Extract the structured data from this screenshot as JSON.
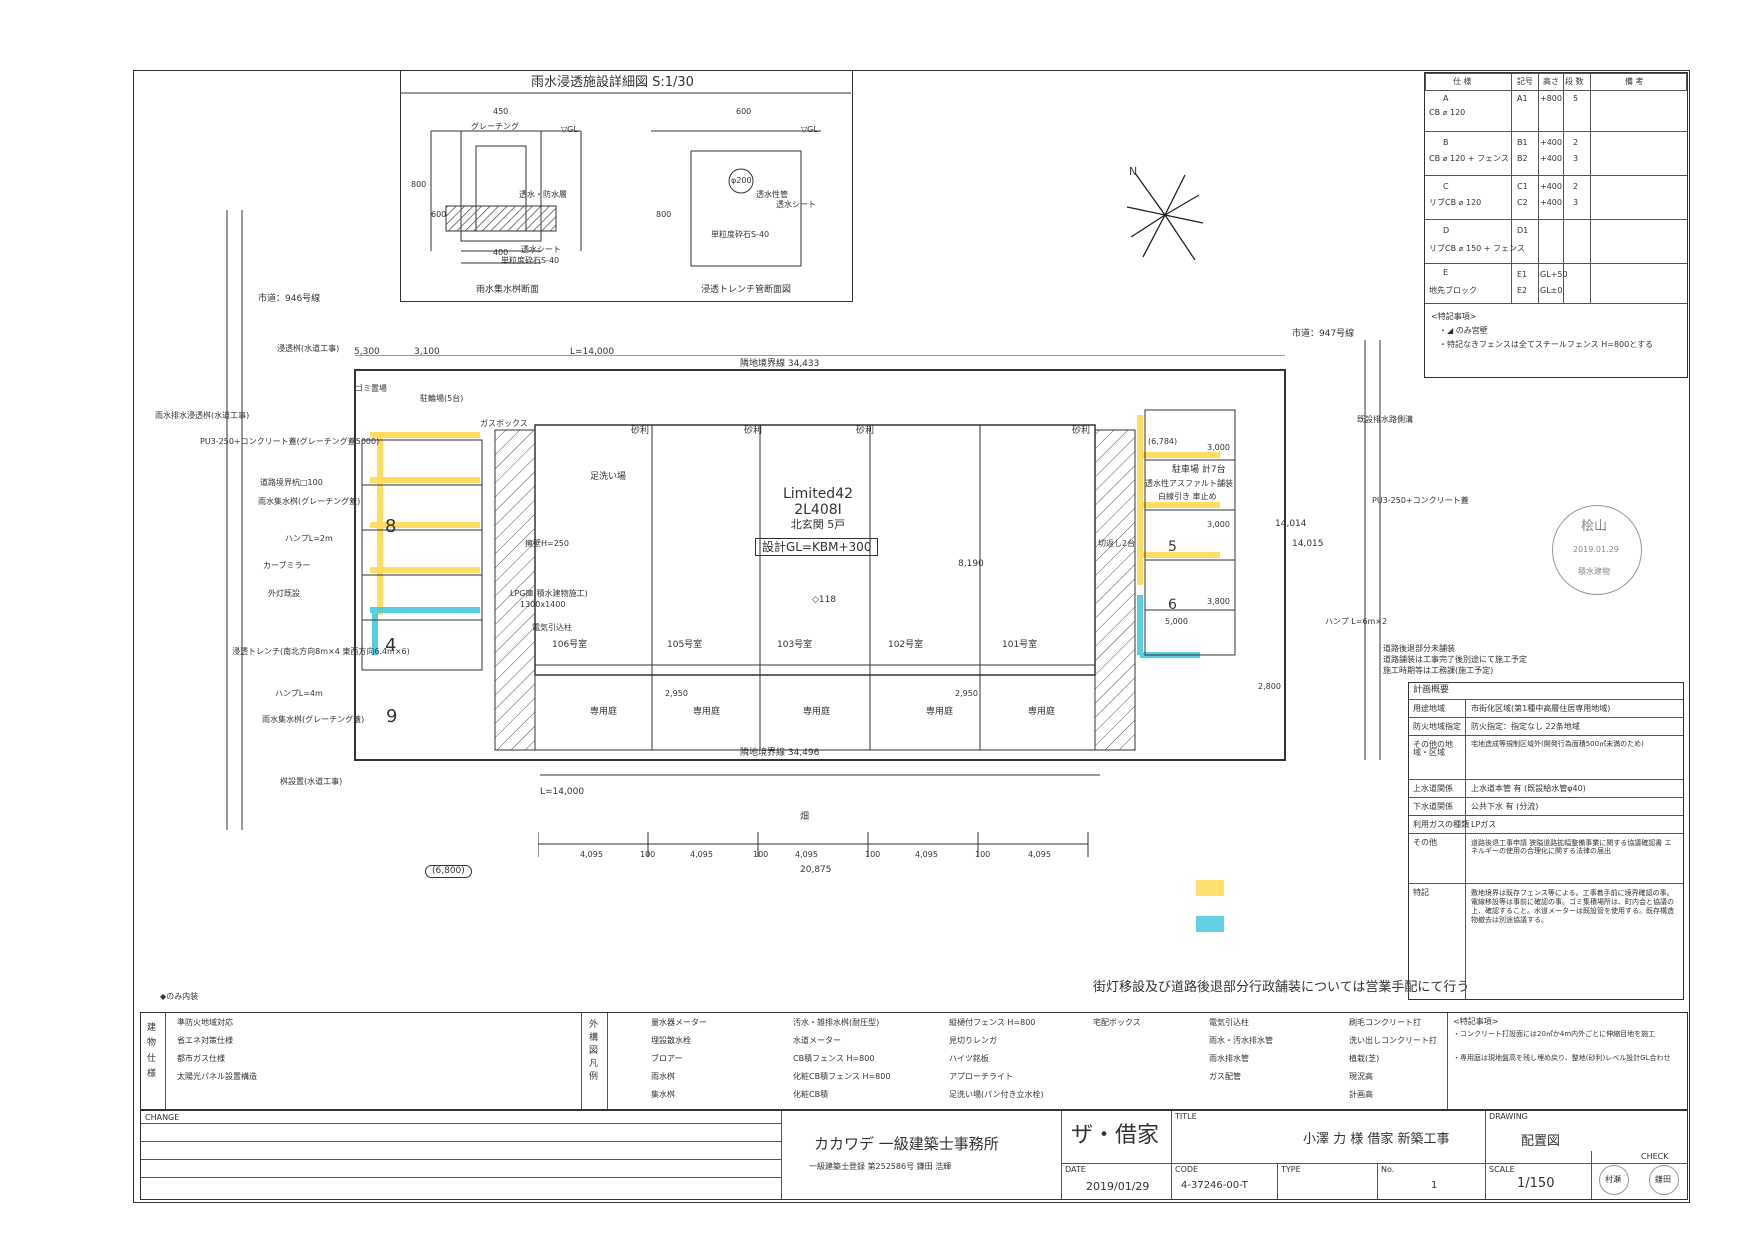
{
  "detail": {
    "title": "雨水浸透施設詳細図 S:1/30",
    "left_caption": "雨水集水桝断面",
    "right_caption": "浸透トレンチ管断面図",
    "dims_left": [
      "450",
      "600",
      "400",
      "800"
    ],
    "dims_right": [
      "600",
      "800"
    ],
    "labels_left": [
      "グレーチング",
      "▽GL",
      "透水シート",
      "透水・防水層",
      "単粒度砕石S-40"
    ],
    "labels_right": [
      "▽GL",
      "φ200",
      "透水性管",
      "透水シート",
      "単粒度砕石S-40"
    ]
  },
  "spec_table": {
    "headers": [
      "仕 様",
      "記号",
      "高さ",
      "段 数",
      "備 考"
    ],
    "rows": [
      {
        "code": "A",
        "spec": "CB ⌀ 120",
        "items": [
          {
            "sym": "A1",
            "h": "+800",
            "n": "5"
          }
        ]
      },
      {
        "code": "B",
        "spec": "CB ⌀ 120 + フェンス",
        "items": [
          {
            "sym": "B1",
            "h": "+400",
            "n": "2"
          },
          {
            "sym": "B2",
            "h": "+400",
            "n": "3"
          }
        ]
      },
      {
        "code": "C",
        "spec": "リブCB ⌀ 120",
        "items": [
          {
            "sym": "C1",
            "h": "+400",
            "n": "2"
          },
          {
            "sym": "C2",
            "h": "+400",
            "n": "3"
          }
        ]
      },
      {
        "code": "D",
        "spec": "リブCB ⌀ 150 + フェンス",
        "items": [
          {
            "sym": "D1",
            "h": "",
            "n": ""
          }
        ]
      },
      {
        "code": "E",
        "spec": "地先ブロック",
        "items": [
          {
            "sym": "E1",
            "h": "GL+50",
            "n": ""
          },
          {
            "sym": "E2",
            "h": "GL±0",
            "n": ""
          }
        ]
      }
    ],
    "notes_title": "<特記事項>",
    "notes": [
      "・◢ のみ宮壁",
      "・特記なきフェンスは全てスチールフェンス H=800とする"
    ]
  },
  "site": {
    "road_north_left": "市道：946号線",
    "road_north_right": "市道：947号線",
    "north_boundary": "隣地境界線 34,433",
    "south_boundary": "隣地境界線 34,496",
    "south_label": "畑",
    "east_dims": [
      "14,014",
      "14,015"
    ],
    "building_name": "Limited42",
    "building_code": "2L408I",
    "building_type": "北玄関 5戸",
    "level_note": "設計GL=KBM+300",
    "rooms": [
      "106号室",
      "105号室",
      "103号室",
      "102号室",
      "101号室"
    ],
    "gardens": [
      "専用庭",
      "専用庭",
      "専用庭",
      "専用庭",
      "専用庭"
    ],
    "gravel_labels": [
      "砂利",
      "砂利",
      "砂利",
      "砂利"
    ],
    "wash_label": "足洗い場",
    "parking": "駐車場 計7台",
    "parking_detail": "透水性アスファルト舗装",
    "parking_line": "白線引き 車止め",
    "retaining": "擁壁H=250",
    "lpg": "LPG庫(積水建物施工)",
    "lpg_size": "1300x1400",
    "electric": "電気引込柱",
    "gas_box": "ガスボックス",
    "bike": "駐輪場(5台)",
    "trash": "ゴミ置場",
    "west_notes": [
      "浸透桝(水道工事)",
      "雨水排水浸透桝(水道工事)",
      "PU3-250+コンクリート蓋(グレーチング蓋5000)",
      "道路境界杭□100",
      "雨水集水桝(グレーチング蓋)",
      "ハンプL=2m",
      "カーブミラー",
      "外灯既設",
      "浸透トレンチ(南北方向8m×4 東西方向6.4m×6)",
      "ハンプL=4m",
      "雨水集水桝(グレーチング蓋)",
      "桝設置(水道工事)"
    ],
    "east_notes": [
      "既設排水路側溝",
      "PU3-250+コンクリート蓋",
      "ハンプ L=6m×2",
      "道路後退部分未舗装",
      "道路舗装は工事完了後別途にて施工予定",
      "施工時期等は工務課(施工予定)"
    ],
    "dims_top": [
      "5,300",
      "3,100",
      "L=14,000"
    ],
    "dims_bottom": [
      "L=14,000",
      "(6,800)",
      "20,875"
    ],
    "dims_units": [
      "4,095",
      "100",
      "4,095",
      "100",
      "4,095",
      "100",
      "4,095",
      "100",
      "4,095"
    ],
    "dims_garden": [
      "2,950",
      "2,950"
    ],
    "dims_parking": [
      "(6,784)",
      "5,000",
      "2,800",
      "3,800",
      "3,000",
      "3,000"
    ],
    "dim_8190": "8,190",
    "mark_center": "◇118",
    "turn_lot_notes": "切返し2台",
    "parking_numbers": [
      "8",
      "9",
      "4",
      "5",
      "6"
    ],
    "setback_note": "街灯移設及び道路後退部分行政舗装については営業手配にて行う",
    "legend_yellow": "",
    "legend_blue": ""
  },
  "plan_summary": {
    "title": "計画概要",
    "rows": [
      {
        "k": "用途地域",
        "v": "市街化区域(第1種中高層住居専用地域)"
      },
      {
        "k": "防火地域指定",
        "v": "防火指定：指定なし 22条地域"
      },
      {
        "k": "その他の地域・区域",
        "v": "宅地造成等規制区域外(開発行為面積500㎡未満のため)"
      },
      {
        "k": "上水道関係",
        "v": "上水道本管 有 (既設給水管φ40)"
      },
      {
        "k": "下水道関係",
        "v": "公共下水 有 (分流)"
      },
      {
        "k": "利用ガスの種類",
        "v": "LPガス"
      },
      {
        "k": "その他",
        "v": "道路後退工事申請 狭隘道路拡幅整備事業に関する協議確認書 エネルギーの使用の合理化に関する法律の届出"
      },
      {
        "k": "特記",
        "v": "敷地境界は既存フェンス等による。工事着手前に境界確認の事。電線移設等は事前に確認の事。ゴミ集積場所は、町内会と協議の上、確認すること。水道メーターは既設管を使用する。既存構造物撤去は別途協議する。"
      }
    ]
  },
  "stamp": {
    "top": "桧山",
    "date": "2019.01.29",
    "bottom": "積水建物"
  },
  "legend": {
    "left_title": "◆のみ内装",
    "side_label": "建物仕様",
    "left_items": [
      "準防火地域対応",
      "省エネ対策仕様",
      "都市ガス仕様",
      "太陽光パネル設置構造"
    ],
    "ext_label": "外構図凡例",
    "items": [
      [
        "量水器メーター",
        "汚水・雑排水桝(耐圧型)",
        "縦樋付フェンス H=800",
        "宅配ボックス"
      ],
      [
        "埋設散水栓",
        "水道メーター",
        "見切りレンガ",
        ""
      ],
      [
        "ブロアー",
        "CB積フェンス H=800",
        "ハイツ銘板",
        ""
      ],
      [
        "雨水桝",
        "化粧CB積フェンス H=800",
        "アプローチライト",
        ""
      ],
      [
        "集水桝",
        "化粧CB積",
        "足洗い場(パン付き立水栓)",
        ""
      ]
    ],
    "right_items": [
      "電気引込柱",
      "雨水・汚水排水管",
      "雨水排水管",
      "ガス配管"
    ],
    "right_items2": [
      "刷毛コンクリート打",
      "洗い出しコンクリート打",
      "植栽(芝)",
      "現況高",
      "計画高"
    ],
    "notes_title": "<特記事項>",
    "notes": [
      "・コンクリート打設面には20㎡か4m内外ごとに伸縮目地を施工",
      "・専用庭は現地盤高を残し埋め戻り、整地(砂利)レベル設計GL合わせ"
    ]
  },
  "title_block": {
    "change_label": "CHANGE",
    "office": "カカワデ 一級建築士事務所",
    "office_sub": "一級建築士登録 第252586号 鎌田 浩輝",
    "logo": "ザ・借家",
    "title_label": "TITLE",
    "title": "小澤 力 様 借家 新築工事",
    "drawing_label": "DRAWING",
    "drawing": "配置図",
    "date_label": "DATE",
    "date": "2019/01/29",
    "code_label": "CODE",
    "code": "4-37246-00-T",
    "type_label": "TYPE",
    "no_label": "No.",
    "no": "1",
    "scale_label": "SCALE",
    "scale": "1/150",
    "check_label": "CHECK",
    "check_1": "村瀬",
    "check_2": "鎌田"
  },
  "colors": {
    "line": "#333333",
    "yellow": "#ffd84a",
    "blue": "#3cc6dc",
    "hatch": "#555555"
  }
}
